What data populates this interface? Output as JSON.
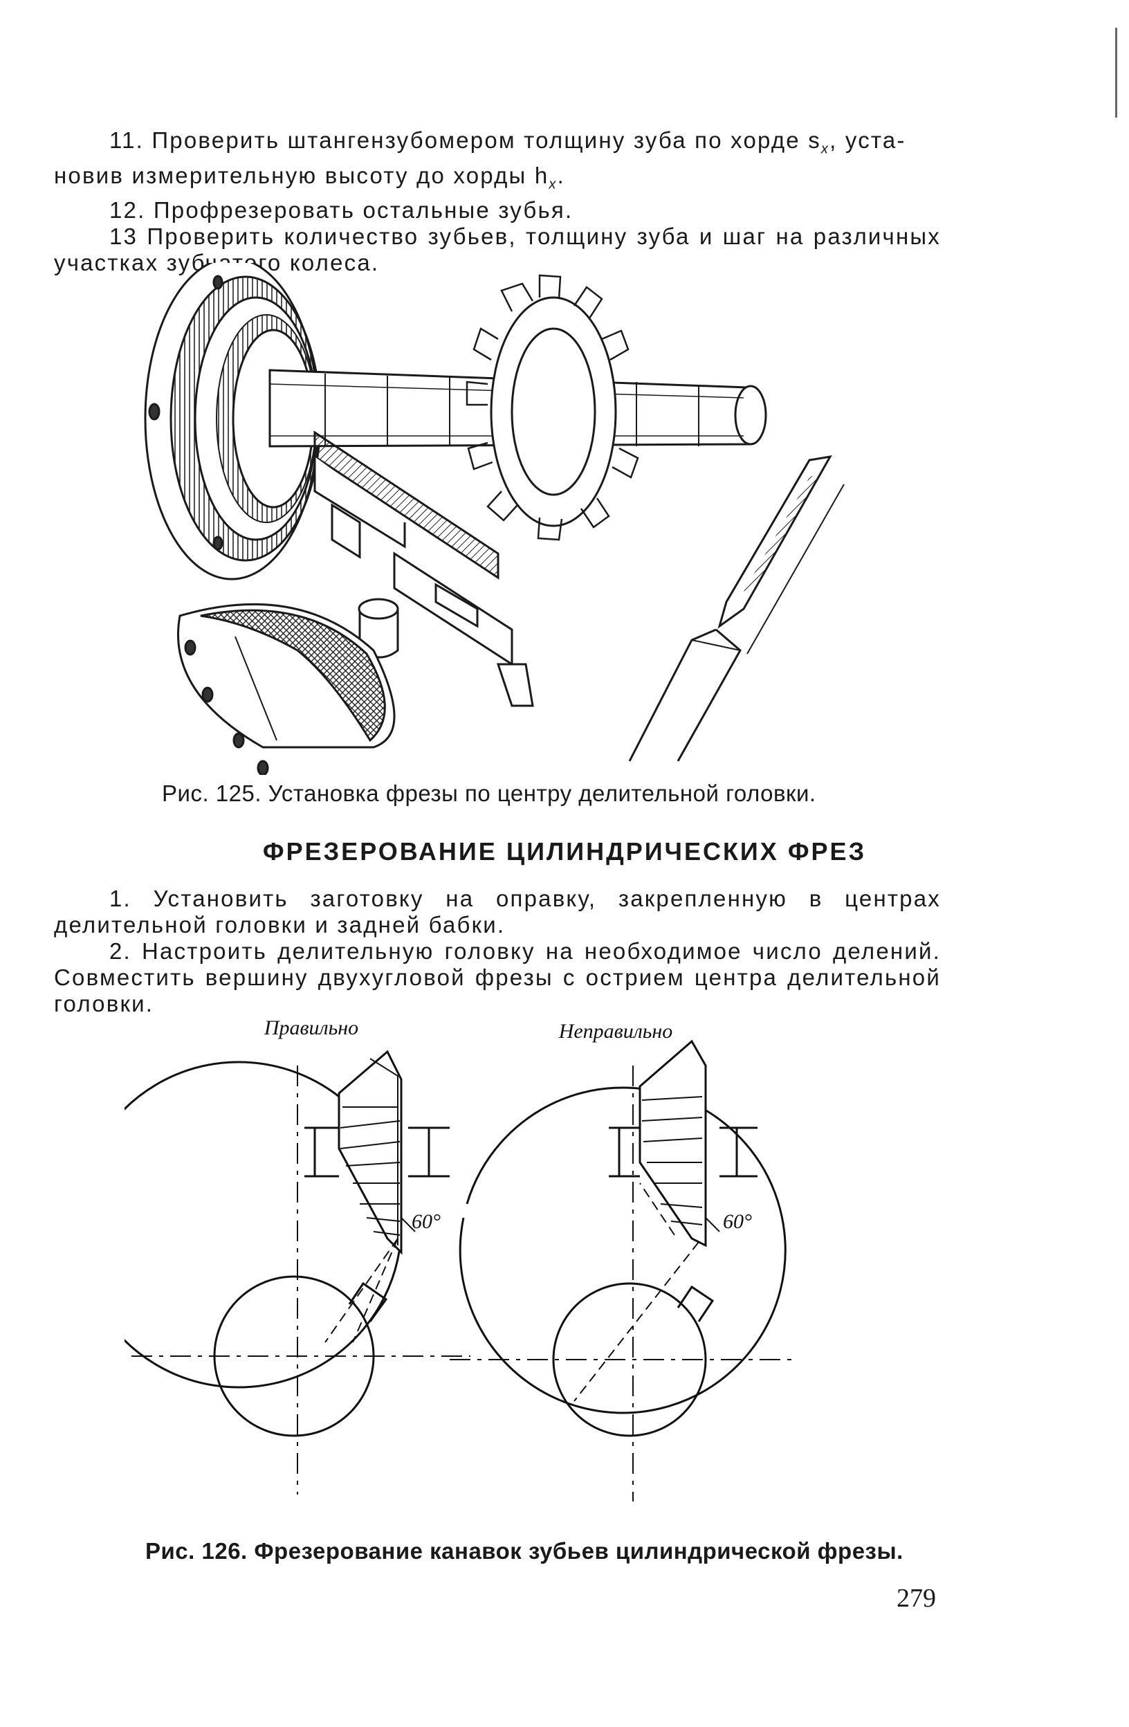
{
  "items_top": [
    {
      "id": "item-11",
      "lines": [
        "11. Проверить штангензубомером толщину зуба по хорде s",
        "x",
        ", уста-"
      ],
      "line2": "новив измерительную высоту до хорды h",
      "line2_sub": "x",
      "line2_end": "."
    },
    {
      "id": "item-12",
      "text": "12. Профрезеровать остальные зубья."
    },
    {
      "id": "item-13",
      "text": "13 Проверить количество зубьев, толщину зуба и шаг на различных участках зубчатого колеса."
    }
  ],
  "figure125": {
    "caption": "Рис. 125. Установка фрезы по центру делительной головки."
  },
  "section_heading": "ФРЕЗЕРОВАНИЕ ЦИЛИНДРИЧЕСКИХ ФРЕЗ",
  "steps": [
    {
      "id": "step-1",
      "text": "1. Установить заготовку на оправку, закрепленную в центрах делительной головки и задней бабки."
    },
    {
      "id": "step-2",
      "text": "2. Настроить делительную головку на необходимое число делений. Совместить вершину двухугловой фрезы с острием центра делительной головки."
    }
  ],
  "figure126": {
    "left_label": "Правильно",
    "right_label": "Неправильно",
    "angle_left": "60°",
    "angle_right": "60°",
    "caption": "Рис. 126. Фрезерование канавок зубьев цилиндрической фрезы."
  },
  "page_number": "279"
}
